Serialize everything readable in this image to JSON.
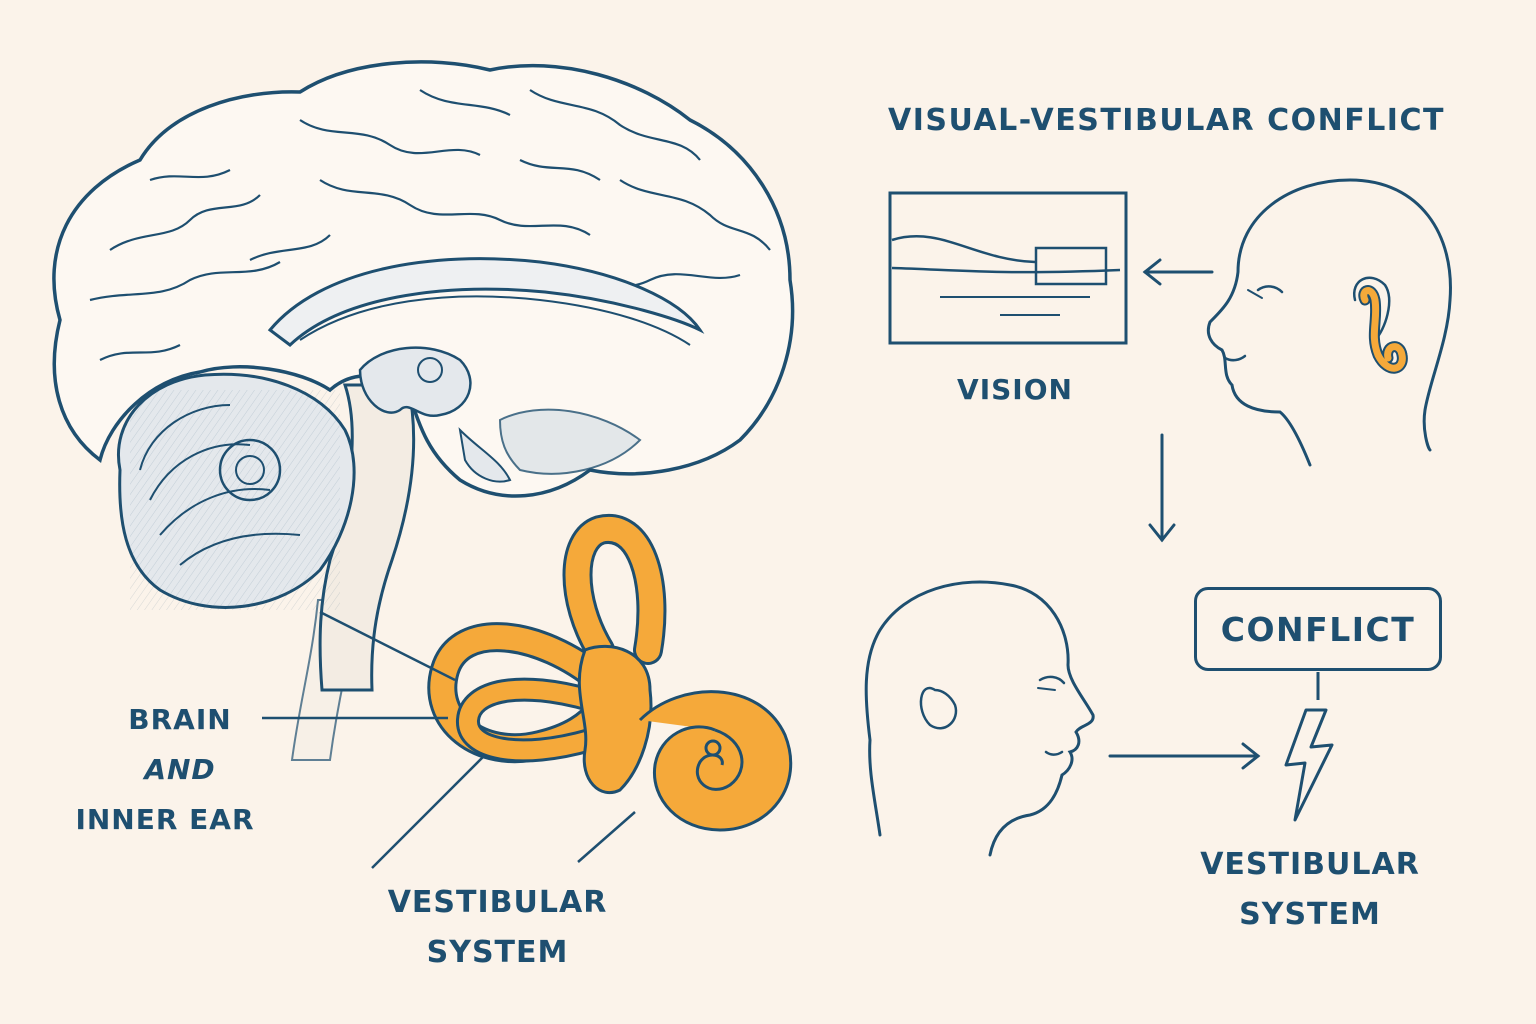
{
  "title": "VISUAL-VESTIBULAR CONFLICT",
  "labels": {
    "brain_line1": "BRAIN",
    "brain_line2": "AND",
    "brain_line3": "INNER EAR",
    "vestibular_left_line1": "VESTIBULAR",
    "vestibular_left_line2": "SYSTEM",
    "vision": "VISION",
    "conflict": "CONFLICT",
    "vestibular_right_line1": "VESTIBULAR",
    "vestibular_right_line2": "SYSTEM"
  },
  "colors": {
    "ink": "#1e4f70",
    "inner_ear": "#f5a93a",
    "background": "#fbf3ea",
    "brain_fill": "#fdf8f2",
    "brain_shade": "#dde3e8"
  },
  "icons": [
    "brain-illustration",
    "inner-ear-illustration",
    "screen-icon",
    "head-profile-icon",
    "lightning-bolt-icon"
  ]
}
